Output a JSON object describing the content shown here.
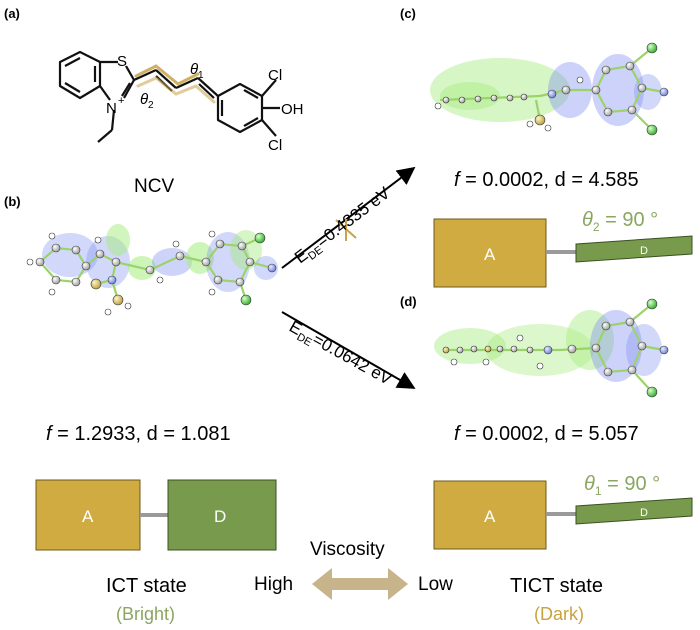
{
  "panels": {
    "a": "(a)",
    "b": "(b)",
    "c": "(c)",
    "d": "(d)"
  },
  "molecule": {
    "name": "NCV",
    "atom_S": "S",
    "atom_N": "N",
    "charge": "+",
    "atom_Cl_top": "Cl",
    "atom_Cl_bottom": "Cl",
    "group_OH": "OH",
    "theta": "θ",
    "theta1_sub": "1",
    "theta2_sub": "2"
  },
  "arrows": {
    "upper": {
      "e": "E",
      "sub": "DE",
      "value": "=0.4335 eV"
    },
    "lower": {
      "e": "E",
      "sub": "DE",
      "value": "=0.0642 eV"
    }
  },
  "results": {
    "b": {
      "f": "f",
      "rest": " = 1.2933, d = 1.081"
    },
    "c": {
      "f": "f",
      "rest": " = 0.0002, d = 4.585"
    },
    "d": {
      "f": "f",
      "rest": " = 0.0002, d = 5.057"
    }
  },
  "schemes": {
    "acceptor": "A",
    "donor": "D",
    "c_angle": {
      "theta": "θ",
      "sub": "2",
      "value": " = 90 °"
    },
    "d_angle": {
      "theta": "θ",
      "sub": "1",
      "value": " = 90 °"
    }
  },
  "bottom": {
    "viscosity": "Viscosity",
    "high": "High",
    "low": "Low",
    "ict_state": "ICT state",
    "ict_note": "(Bright)",
    "tict_state": "TICT state",
    "tict_note": "(Dark)"
  },
  "colors": {
    "acceptor_fill": "#cfab42",
    "donor_fill": "#789a4c",
    "bright_text": "#8aa660",
    "dark_text": "#caa33e",
    "theta_text": "#8aa660",
    "bond_highlight": "#c9a24a",
    "viscosity_arrow": "#c8b48a",
    "orbital_blue": "#7f8ff0",
    "orbital_green": "#a6ec7e"
  }
}
